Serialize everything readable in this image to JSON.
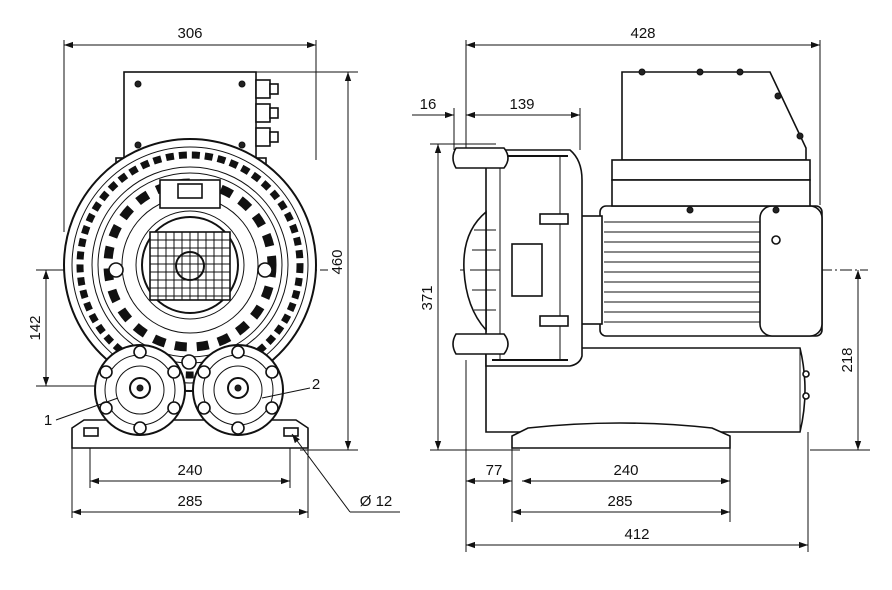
{
  "front_view": {
    "dim_width_top": "306",
    "dim_height_total": "460",
    "dim_center_height": "142",
    "dim_bolt_spacing": "240",
    "dim_base_width": "285",
    "dim_hole_diameter": "Ø 12",
    "label_port_1": "1",
    "label_port_2": "2"
  },
  "side_view": {
    "dim_length_top": "428",
    "dim_offset_16": "16",
    "dim_139": "139",
    "dim_height_371": "371",
    "dim_center_218": "218",
    "dim_77": "77",
    "dim_bolt_spacing": "240",
    "dim_base_width": "285",
    "dim_length_bottom": "412"
  }
}
